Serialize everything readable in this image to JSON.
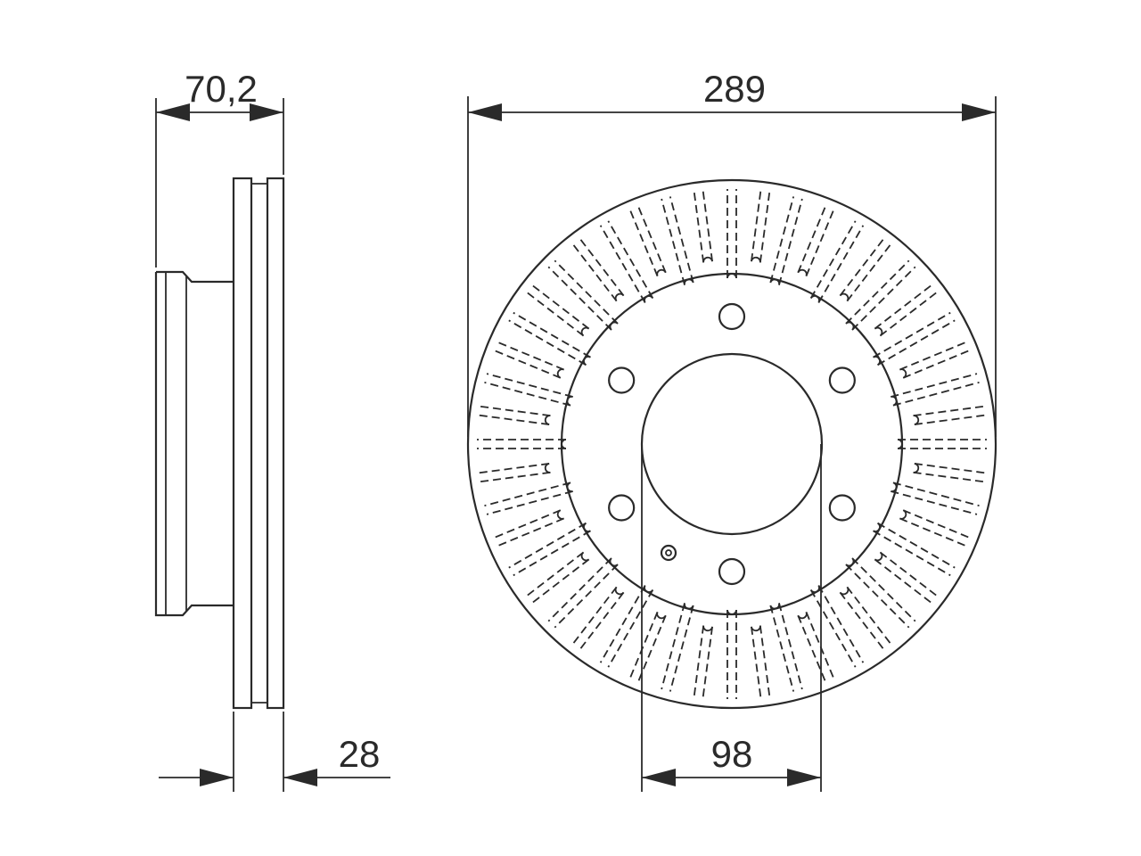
{
  "dimensions": {
    "thickness_total": "70,2",
    "outer_diameter": "289",
    "disc_thickness": "28",
    "center_bore": "98"
  },
  "features": {
    "bolt_holes": 6,
    "cooling_vanes": 48
  },
  "colors": {
    "line": "#2a2a2a",
    "background": "#ffffff"
  }
}
